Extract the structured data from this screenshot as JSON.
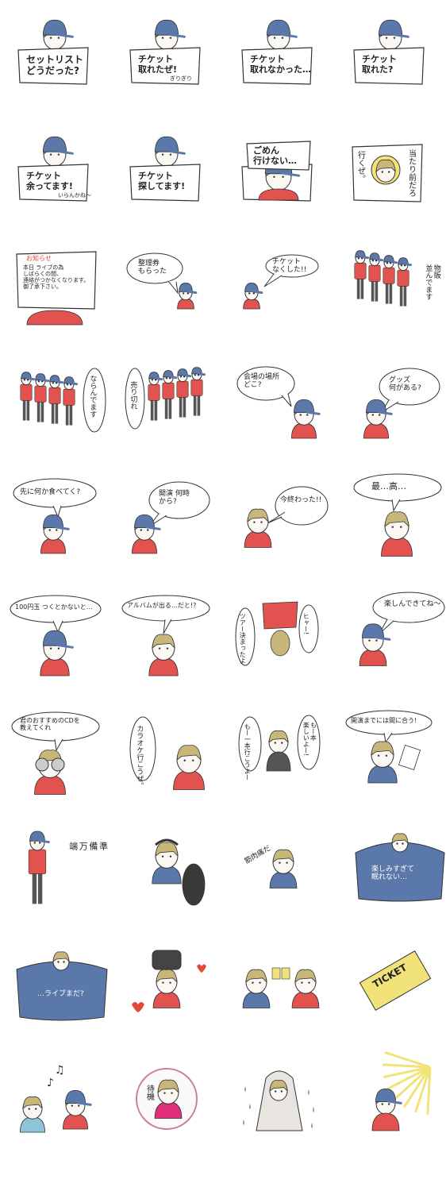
{
  "colors": {
    "hat": "#5b78ab",
    "hair": "#c9b77a",
    "shirt": "#e2534f",
    "pants": "#555555",
    "outline": "#333333",
    "paper": "#ffffff",
    "skin": "#fbf7f2",
    "ticket": "#f2e27a",
    "notice_red": "#e04a3a"
  },
  "stickers": [
    {
      "id": "s01",
      "kind": "sign",
      "title": "セットリスト\nどうだった?",
      "sub": "",
      "icon": "sign-icon"
    },
    {
      "id": "s02",
      "kind": "sign",
      "title": "チケット\n取れたぜ!",
      "sub": "ぎりぎり",
      "icon": "sign-icon"
    },
    {
      "id": "s03",
      "kind": "sign",
      "title": "チケット\n取れなかった…",
      "sub": "",
      "icon": "sign-icon"
    },
    {
      "id": "s04",
      "kind": "sign",
      "title": "チケット\n取れた?",
      "sub": "",
      "icon": "sign-icon"
    },
    {
      "id": "s05",
      "kind": "sign",
      "title": "チケット\n余ってます!",
      "sub": "いらんかね〜",
      "icon": "sign-icon"
    },
    {
      "id": "s06",
      "kind": "sign",
      "title": "チケット\n探してます!",
      "sub": "",
      "icon": "sign-icon"
    },
    {
      "id": "s07",
      "kind": "sign",
      "title": "ごめん\n行けない…",
      "sub": "",
      "icon": "sign-icon"
    },
    {
      "id": "s08",
      "kind": "sign",
      "title": "当たり前だろ",
      "sub": "行くぜ。",
      "icon": "sign-icon"
    },
    {
      "id": "s09",
      "kind": "notice",
      "title": "お知らせ",
      "sub": "本日 ライブの為\nしばらくの間、\n連絡がつかなくなります。\n御了承下さい。",
      "icon": "notice-icon"
    },
    {
      "id": "s10",
      "kind": "speech",
      "title": "整理券\nもらった",
      "sub": "",
      "icon": "speech-icon"
    },
    {
      "id": "s11",
      "kind": "speech",
      "title": "チケット\nなくした!!",
      "sub": "",
      "icon": "speech-icon"
    },
    {
      "id": "s12",
      "kind": "group",
      "title": "物販\n並んでます",
      "sub": "",
      "icon": "group-icon"
    },
    {
      "id": "s13",
      "kind": "group",
      "title": "ならんでます",
      "sub": "",
      "icon": "group-icon"
    },
    {
      "id": "s14",
      "kind": "group",
      "title": "売り切れ",
      "sub": "",
      "icon": "group-icon"
    },
    {
      "id": "s15",
      "kind": "speech",
      "title": "会場の場所\nどこ?",
      "sub": "",
      "icon": "speech-icon"
    },
    {
      "id": "s16",
      "kind": "speech",
      "title": "グッズ\n何がある?",
      "sub": "",
      "icon": "speech-icon"
    },
    {
      "id": "s17",
      "kind": "speech",
      "title": "先に何か食べてく?",
      "sub": "",
      "icon": "speech-icon"
    },
    {
      "id": "s18",
      "kind": "speech",
      "title": "開演 何時\nから?",
      "sub": "",
      "icon": "speech-icon"
    },
    {
      "id": "s19",
      "kind": "speech",
      "title": "今終わった!!",
      "sub": "",
      "icon": "speech-icon"
    },
    {
      "id": "s20",
      "kind": "speech",
      "title": "最…高…",
      "sub": "",
      "icon": "speech-icon"
    },
    {
      "id": "s21",
      "kind": "speech",
      "title": "100円玉 つくとかないと…",
      "sub": "",
      "icon": "speech-icon"
    },
    {
      "id": "s22",
      "kind": "speech",
      "title": "アルバムが出る…だと!?",
      "sub": "",
      "icon": "speech-icon"
    },
    {
      "id": "s23",
      "kind": "speech",
      "title": "ツアー決まったよ",
      "sub": "ヒャー!",
      "icon": "speech-icon"
    },
    {
      "id": "s24",
      "kind": "speech",
      "title": "楽しんできてね〜",
      "sub": "",
      "icon": "speech-icon"
    },
    {
      "id": "s25",
      "kind": "speech",
      "title": "君のおすすめのCDを\n教えてくれ",
      "sub": "",
      "icon": "speech-icon"
    },
    {
      "id": "s26",
      "kind": "speech",
      "title": "カラオケ行こうぜ。",
      "sub": "",
      "icon": "speech-icon"
    },
    {
      "id": "s27",
      "kind": "speech",
      "title": "もー本\n楽しいよー!",
      "sub": "もー一本行こうよー",
      "icon": "speech-icon"
    },
    {
      "id": "s28",
      "kind": "speech",
      "title": "開演までには間に合う!",
      "sub": "",
      "icon": "speech-icon"
    },
    {
      "id": "s29",
      "kind": "label",
      "title": "準\n備\n万\n端",
      "sub": "",
      "icon": "figure-icon"
    },
    {
      "id": "s30",
      "kind": "figure",
      "title": "",
      "sub": "",
      "icon": "guitar-icon"
    },
    {
      "id": "s31",
      "kind": "label",
      "title": "筋肉痛だ",
      "sub": "",
      "icon": "figure-icon"
    },
    {
      "id": "s32",
      "kind": "sign",
      "title": "楽しみすぎて\n眠れない…",
      "sub": "",
      "icon": "blanket-icon"
    },
    {
      "id": "s33",
      "kind": "sign",
      "title": "…ライブまだ?",
      "sub": "",
      "icon": "blanket-icon"
    },
    {
      "id": "s34",
      "kind": "figure",
      "title": "",
      "sub": "",
      "icon": "heart-icon"
    },
    {
      "id": "s35",
      "kind": "figure",
      "title": "",
      "sub": "",
      "icon": "cheers-icon"
    },
    {
      "id": "s36",
      "kind": "ticket",
      "title": "TICKET",
      "sub": "",
      "icon": "ticket-icon"
    },
    {
      "id": "s37",
      "kind": "figure",
      "title": "",
      "sub": "",
      "icon": "music-note-icon"
    },
    {
      "id": "s38",
      "kind": "label",
      "title": "待機",
      "sub": "",
      "icon": "portrait-icon"
    },
    {
      "id": "s39",
      "kind": "figure",
      "title": "",
      "sub": "",
      "icon": "rain-icon"
    },
    {
      "id": "s40",
      "kind": "figure",
      "title": "",
      "sub": "",
      "icon": "sunlight-icon"
    }
  ]
}
